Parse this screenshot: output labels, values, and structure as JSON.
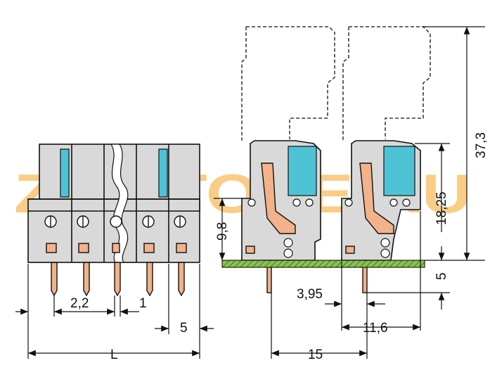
{
  "watermark": {
    "text": "ZIPSTORE.RU",
    "color_orange": "#f5a623",
    "color_gray": "#bdbdbd"
  },
  "colors": {
    "housing": "#d9d9d9",
    "pin": "#f2b28a",
    "lever": "#4fc3d6",
    "pcb": "#7cb342"
  },
  "dimensions": {
    "pitch_offset": "2,2",
    "pin_width": "1",
    "pitch": "5",
    "length": "L",
    "pin_offset": "3,95",
    "depth": "11,6",
    "row_spacing": "15",
    "pin_height": "5",
    "lever_height": "18,25",
    "total_height": "37,3",
    "body_height": "9,8"
  }
}
